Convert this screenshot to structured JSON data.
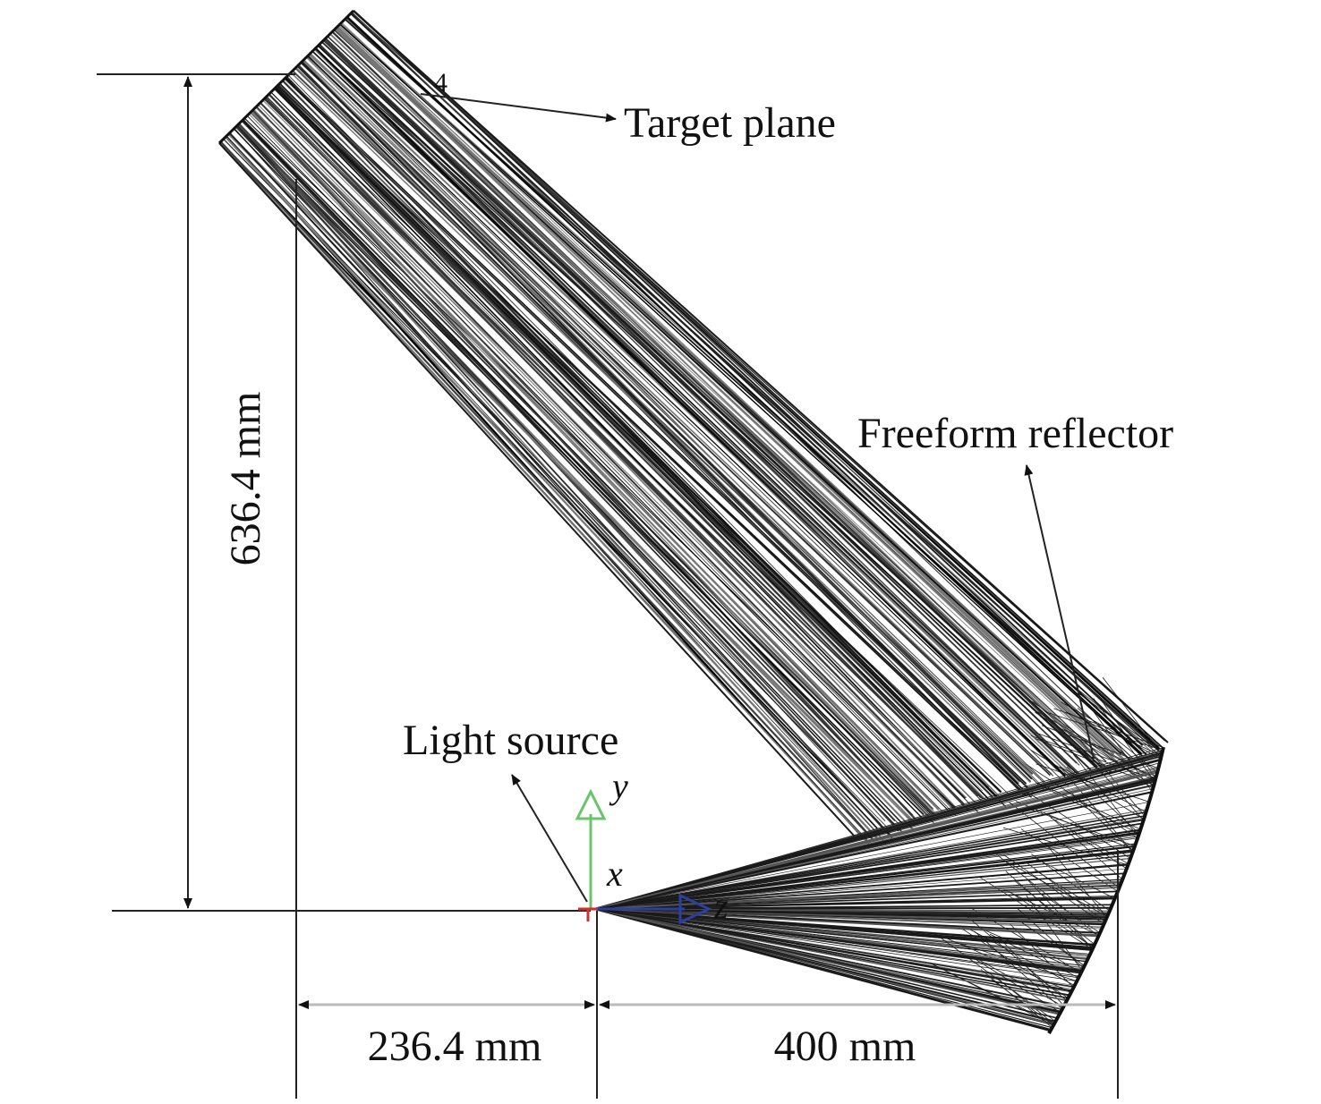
{
  "labels": {
    "target_plane": "Target plane",
    "freeform_reflector": "Freeform reflector",
    "light_source": "Light source",
    "height_dimension": "636.4 mm",
    "left_dimension": "236.4 mm",
    "right_dimension": "400 mm",
    "target_tag": "4"
  },
  "axes": {
    "x": "x",
    "y": "y",
    "z": "z"
  },
  "colors": {
    "rays": "#1a1a1a",
    "y_axis": "#6ac46a",
    "z_axis": "#2b3f9e",
    "x_axis": "#d03030",
    "dimension_lines": "#222222"
  }
}
